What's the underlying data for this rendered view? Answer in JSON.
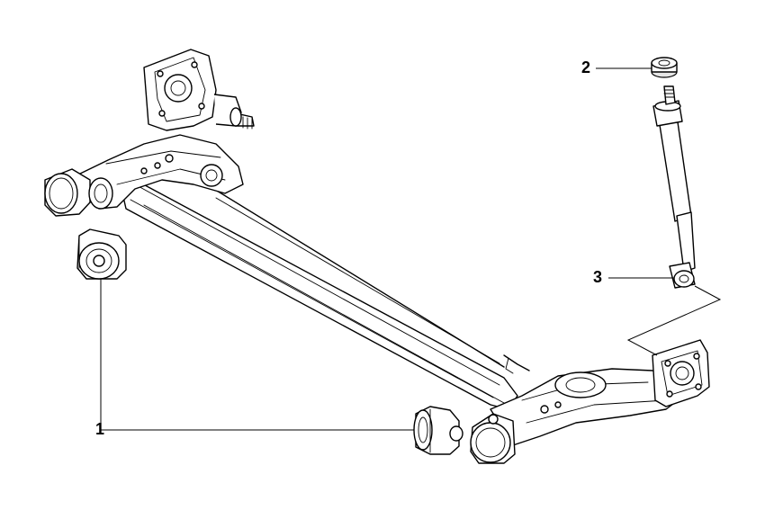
{
  "callouts": [
    {
      "id": "1",
      "label": "1"
    },
    {
      "id": "2",
      "label": "2"
    },
    {
      "id": "3",
      "label": "3"
    }
  ],
  "colors": {
    "line": "#000000",
    "background": "#ffffff",
    "shade": "#e6e6e6"
  }
}
